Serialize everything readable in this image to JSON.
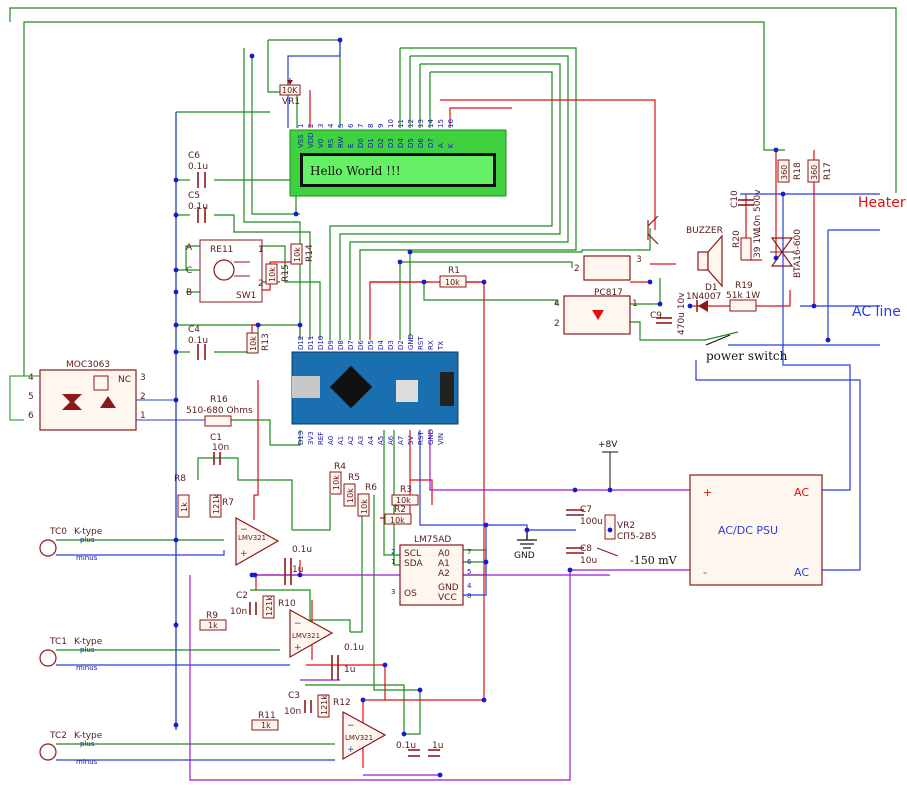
{
  "lcd": {
    "text": "Hello World !!!",
    "pins": [
      "VSS",
      "VDD",
      "V0",
      "RS",
      "RW",
      "E",
      "D0",
      "D1",
      "D2",
      "D3",
      "D4",
      "D5",
      "D6",
      "D7",
      "A",
      "K"
    ],
    "pin_numbers": [
      "1",
      "2",
      "3",
      "4",
      "5",
      "6",
      "7",
      "8",
      "9",
      "10",
      "11",
      "12",
      "13",
      "14",
      "15",
      "16"
    ]
  },
  "components": {
    "vr1": {
      "value": "10K",
      "name": "VR1"
    },
    "c6": {
      "name": "C6",
      "value": "0.1u"
    },
    "c5": {
      "name": "C5",
      "value": "0.1u"
    },
    "c4": {
      "name": "C4",
      "value": "0.1u"
    },
    "re11": {
      "name": "RE11",
      "sw": "SW1",
      "a": "A",
      "b": "B",
      "c": "C",
      "p1": "1",
      "p2": "2"
    },
    "r14": {
      "name": "R14",
      "value": "10k"
    },
    "r15": {
      "name": "R15",
      "value": "10k"
    },
    "r13": {
      "name": "R13",
      "value": "10k"
    },
    "r1": {
      "name": "R1",
      "value": "10k"
    },
    "moc": {
      "name": "MOC3063",
      "nc": "NC",
      "pins": [
        "4",
        "5",
        "6",
        "3",
        "2",
        "1"
      ]
    },
    "r16": {
      "name": "R16",
      "value": "510-680 Ohms"
    },
    "c1": {
      "name": "C1",
      "value": "10n"
    },
    "r8": {
      "name": "R8",
      "value": "1k"
    },
    "r7": {
      "name": "R7",
      "value": "121k"
    },
    "opamp": "LMV321",
    "r4": {
      "name": "R4",
      "value": "10k"
    },
    "r5": {
      "name": "R5",
      "value": "10k"
    },
    "r6": {
      "name": "R6",
      "value": "10k"
    },
    "r3": {
      "name": "R3",
      "value": "10k"
    },
    "r2": {
      "name": "R2",
      "value": "10k"
    },
    "lm75": {
      "name": "LM75AD",
      "left": [
        "SCL",
        "SDA",
        "OS"
      ],
      "left_nums": [
        "2",
        "1",
        "3"
      ],
      "right": [
        "A0",
        "A1",
        "A2",
        "GND",
        "VCC"
      ],
      "right_nums": [
        "7",
        "6",
        "5",
        "4",
        "8"
      ]
    },
    "c2": {
      "name": "C2",
      "value": "10n"
    },
    "r9": {
      "name": "R9",
      "value": "1k"
    },
    "r10": {
      "name": "R10",
      "value": "121k"
    },
    "c3": {
      "name": "C3",
      "value": "10n"
    },
    "r11": {
      "name": "R11",
      "value": "1k"
    },
    "r12": {
      "name": "R12",
      "value": "121k"
    },
    "cap01": "0.1u",
    "cap1": "1u",
    "c7": {
      "name": "C7",
      "value": "100u"
    },
    "c8": {
      "name": "C8",
      "value": "10u"
    },
    "vr2": {
      "name": "VR2",
      "value": "СП5-2В5"
    },
    "gnd": "GND",
    "plus8v": "+8V",
    "mv": "-150 mV",
    "pc817": {
      "name": "PC817",
      "pins": [
        "2",
        "1",
        "3",
        "4",
        "1",
        "2"
      ]
    },
    "buzzer": {
      "name": "BUZZER"
    },
    "d1": {
      "name": "D1",
      "value": "1N4007"
    },
    "c9": {
      "name": "C9",
      "value": "470u 10v"
    },
    "r19": {
      "name": "R19",
      "value": "51k 1W"
    },
    "r20": {
      "name": "R20",
      "value": "39 1W"
    },
    "c10": {
      "name": "C10",
      "value": "10n 500v"
    },
    "r18": {
      "name": "R18",
      "value": "360"
    },
    "r17": {
      "name": "R17",
      "value": "360"
    },
    "triac": "BTA16-600",
    "psu": {
      "name": "AC/DC PSU",
      "plus": "+",
      "minus": "-",
      "ac1": "AC",
      "ac2": "AC"
    },
    "power_switch": "power switch"
  },
  "thermocouples": [
    {
      "name": "TC0",
      "type": "K-type",
      "plus": "plus",
      "minus": "minus"
    },
    {
      "name": "TC1",
      "type": "K-type",
      "plus": "plus",
      "minus": "minus"
    },
    {
      "name": "TC2",
      "type": "K-type",
      "plus": "plus",
      "minus": "minus"
    }
  ],
  "labels": {
    "heater": "Heater",
    "ac_line": "AC line"
  },
  "nano": {
    "top_pins": [
      "D12",
      "D11",
      "D10",
      "D9",
      "D8",
      "D7",
      "D6",
      "D5",
      "D4",
      "D3",
      "D2",
      "GND",
      "RST",
      "RX",
      "TX"
    ],
    "bottom_pins": [
      "D13",
      "3V3",
      "REF",
      "A0",
      "A1",
      "A2",
      "A3",
      "A4",
      "A5",
      "A6",
      "A7",
      "5V",
      "RST",
      "GND",
      "VIN"
    ]
  },
  "colors": {
    "wire_green": "#1e8a1e",
    "wire_red": "#e01010",
    "wire_blue": "#2a3fd6",
    "wire_purple": "#9a1ad0",
    "lcd_green": "#3fd13f",
    "component": "#8a1a1a"
  }
}
